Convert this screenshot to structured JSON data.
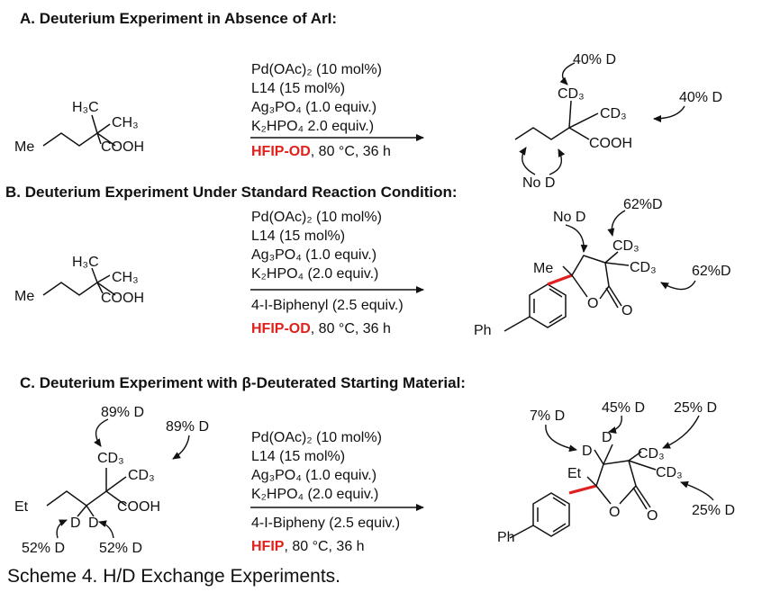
{
  "sections": {
    "a": {
      "title": "A. Deuterium Experiment in Absence of ArI:",
      "reagents": [
        "Pd(OAc)₂ (10 mol%)",
        "L14 (15 mol%)",
        "Ag₃PO₄ (1.0 equiv.)",
        "K₂HPO₄ 2.0 equiv.)"
      ],
      "solvent": "HFIP-OD",
      "solvent_rest": ", 80 °C, 36 h",
      "sm": {
        "me": "Me",
        "h3c": "H₃C",
        "ch3": "CH₃",
        "cooh": "COOH"
      },
      "product": {
        "cd3_top": "CD₃",
        "cd3_right": "CD₃",
        "cooh": "COOH"
      },
      "annotations": {
        "top": "40% D",
        "right": "40% D",
        "bottom": "No D"
      }
    },
    "b": {
      "title": "B. Deuterium Experiment Under Standard Reaction Condition:",
      "reagents": [
        "Pd(OAc)₂ (10 mol%)",
        "L14 (15 mol%)",
        "Ag₃PO₄ (1.0 equiv.)",
        "K₂HPO₄ (2.0 equiv.)"
      ],
      "below_arrow": "4-I-Biphenyl (2.5 equiv.)",
      "solvent": "HFIP-OD",
      "solvent_rest": ", 80 °C, 36 h",
      "sm": {
        "me": "Me",
        "h3c": "H₃C",
        "ch3": "CH₃",
        "cooh": "COOH"
      },
      "product": {
        "me": "Me",
        "cd3_top": "CD₃",
        "cd3_right": "CD₃",
        "o_ring": "O",
        "o_carbonyl": "O",
        "ph": "Ph"
      },
      "annotations": {
        "no_d": "No D",
        "top": "62%D",
        "right": "62%D"
      }
    },
    "c": {
      "title": "C.  Deuterium Experiment with β-Deuterated Starting Material:",
      "reagents": [
        "Pd(OAc)₂ (10 mol%)",
        "L14 (15 mol%)",
        "Ag₃PO₄ (1.0 equiv.)",
        "K₂HPO₄ (2.0 equiv.)"
      ],
      "below_arrow": "4-I-Bipheny (2.5 equiv.)",
      "solvent": "HFIP",
      "solvent_rest": ", 80 °C, 36 h",
      "sm": {
        "et": "Et",
        "cd3_top": "CD₃",
        "cd3_right": "CD₃",
        "cooh": "COOH",
        "d1": "D",
        "d2": "D"
      },
      "sm_annotations": {
        "top_left": "89% D",
        "top_right": "89% D",
        "bottom_left": "52% D",
        "bottom_right": "52% D"
      },
      "product": {
        "et": "Et",
        "d1": "D",
        "d2": "D",
        "cd3_top": "CD₃",
        "cd3_right": "CD₃",
        "o_ring": "O",
        "o_carbonyl": "O",
        "ph": "Ph"
      },
      "product_annotations": {
        "left": "7% D",
        "middle": "45% D",
        "top_right": "25% D",
        "right": "25% D"
      }
    }
  },
  "caption": "Scheme 4. H/D Exchange Experiments."
}
